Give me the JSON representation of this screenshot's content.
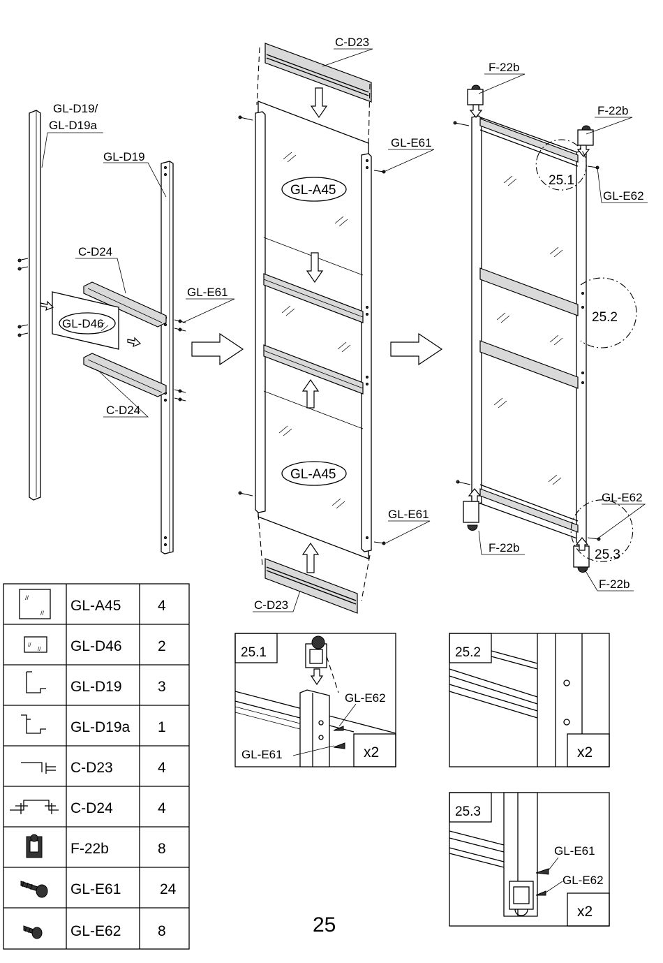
{
  "callouts": {
    "step1": {
      "gl_d19_d19a_line1": "GL-D19/",
      "gl_d19_d19a_line2": "GL-D19a",
      "gl_d19": "GL-D19",
      "c_d24_top": "C-D24",
      "gl_d46": "GL-D46",
      "gl_e61": "GL-E61",
      "c_d24_bottom": "C-D24"
    },
    "step2": {
      "c_d23_top": "C-D23",
      "gl_e61_top": "GL-E61",
      "gl_a45_top": "GL-A45",
      "gl_a45_bottom": "GL-A45",
      "gl_e61_bottom": "GL-E61",
      "c_d23_bottom": "C-D23"
    },
    "step3": {
      "f22b_top_left": "F-22b",
      "f22b_top_right": "F-22b",
      "detail_25_1": "25.1",
      "gl_e62_top": "GL-E62",
      "detail_25_2": "25.2",
      "gl_e62_bottom": "GL-E62",
      "detail_25_3": "25.3",
      "f22b_bottom_left": "F-22b",
      "f22b_bottom_right": "F-22b"
    }
  },
  "parts_table": [
    {
      "icon": "glass-panel-large-icon",
      "code": "GL-A45",
      "qty": "4"
    },
    {
      "icon": "glass-panel-small-icon",
      "code": "GL-D46",
      "qty": "2"
    },
    {
      "icon": "profile-d19-icon",
      "code": "GL-D19",
      "qty": "3"
    },
    {
      "icon": "profile-d19a-icon",
      "code": "GL-D19a",
      "qty": "1"
    },
    {
      "icon": "profile-d23-icon",
      "code": "C-D23",
      "qty": "4"
    },
    {
      "icon": "profile-d24-icon",
      "code": "C-D24",
      "qty": "4"
    },
    {
      "icon": "roller-icon",
      "code": "F-22b",
      "qty": "8"
    },
    {
      "icon": "screw-long-icon",
      "code": "GL-E61",
      "qty": "24"
    },
    {
      "icon": "screw-short-icon",
      "code": "GL-E62",
      "qty": "8"
    }
  ],
  "details": {
    "d25_1": {
      "title": "25.1",
      "label_e62": "GL-E62",
      "label_e61": "GL-E61",
      "multiplier": "x2"
    },
    "d25_2": {
      "title": "25.2",
      "multiplier": "x2"
    },
    "d25_3": {
      "title": "25.3",
      "label_e61": "GL-E61",
      "label_e62": "GL-E62",
      "multiplier": "x2"
    }
  },
  "page_number": "25"
}
